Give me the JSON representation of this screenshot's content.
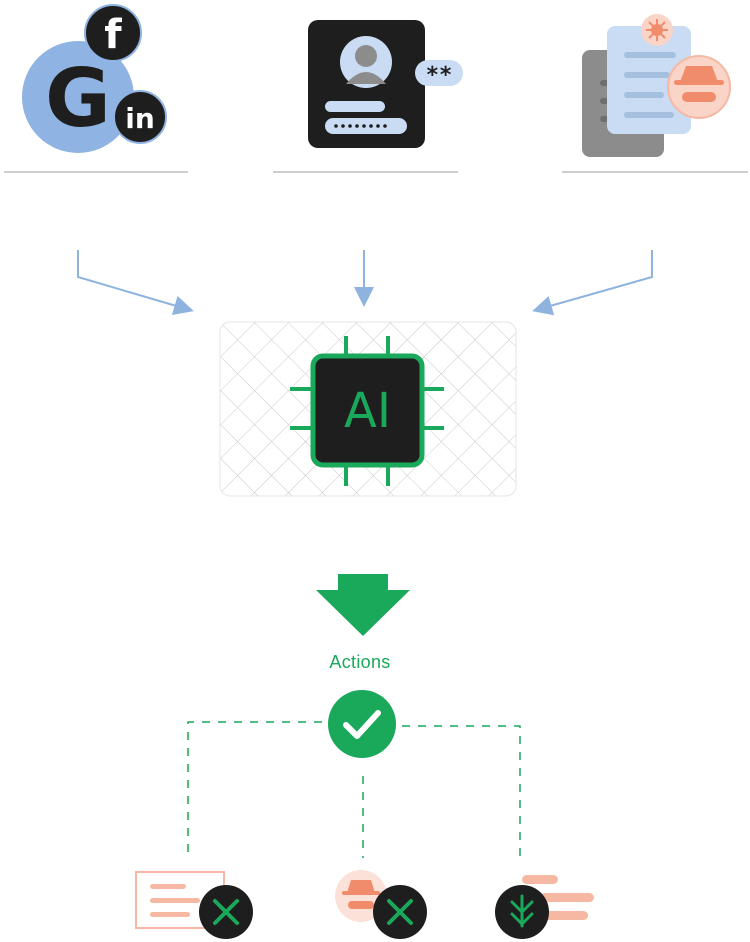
{
  "inputs": {
    "social": {
      "google_letter": "G",
      "facebook_letter": "f",
      "linkedin_letter": "in"
    },
    "credentials": {
      "password_stars": "**"
    },
    "documents": {}
  },
  "processor": {
    "chip_label": "AI"
  },
  "actions": {
    "label": "Actions"
  },
  "colors": {
    "arrow_blue": "#8fb3df",
    "green": "#1aa85a",
    "dark": "#1e1e1e",
    "salmon": "#f6b8a3",
    "social_blue": "#8fb3e2",
    "doc_blue": "#c9dcf3",
    "doc_gray": "#8c8c8c"
  }
}
